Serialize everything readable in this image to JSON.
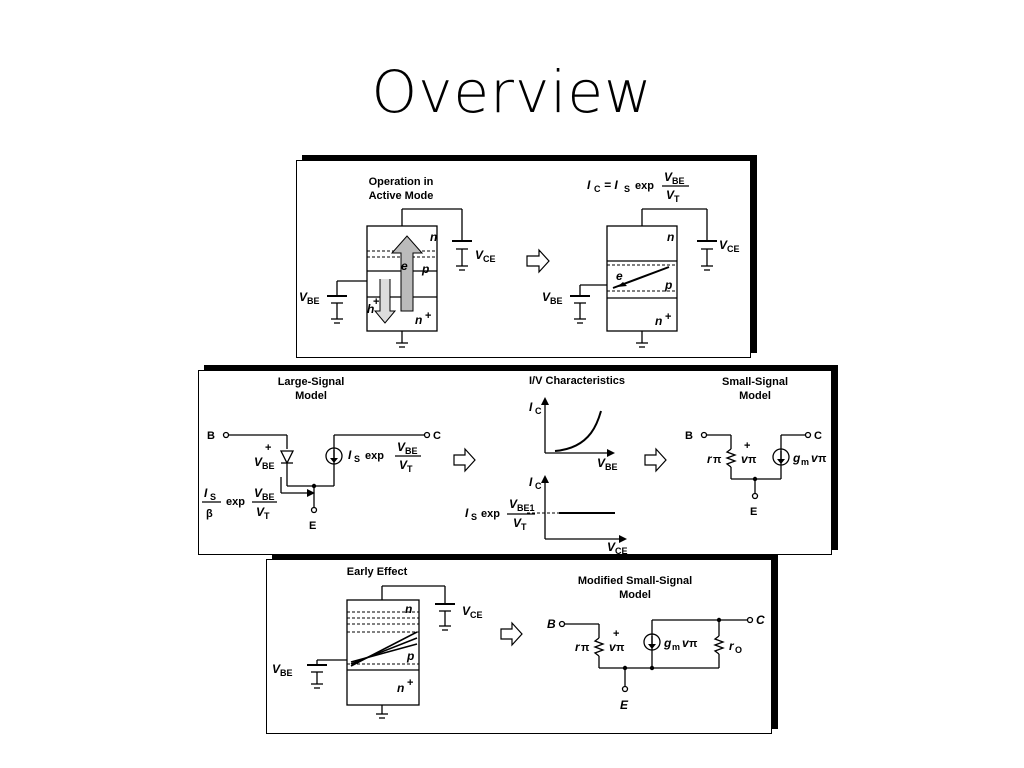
{
  "slide": {
    "title": "Overview"
  },
  "panel1": {
    "heading_line1": "Operation in",
    "heading_line2": "Active Mode",
    "vbe": "V",
    "vbe_sub": "BE",
    "vce": "V",
    "vce_sub": "CE",
    "n_top": "n",
    "p_mid": "p",
    "n_bot": "n",
    "plus": "+",
    "electron": "e",
    "hole": "h",
    "eq_ic": "I",
    "eq_ic_sub": "C",
    "eq_eq": "= I",
    "eq_is_sub": "S",
    "eq_exp": "exp",
    "eq_num": "V",
    "eq_num_sub": "BE",
    "eq_den": "V",
    "eq_den_sub": "T"
  },
  "panel2": {
    "large_line1": "Large-Signal",
    "large_line2": "Model",
    "iv_title": "I/V Characteristics",
    "small_line1": "Small-Signal",
    "small_line2": "Model",
    "b": "B",
    "c": "C",
    "e": "E",
    "is_exp": "I",
    "is_sub": "S",
    "exp": "exp",
    "frac_num": "V",
    "frac_num_sub": "BE",
    "frac_den": "V",
    "frac_den_sub": "T",
    "beta_num": "I",
    "beta_num_sub": "S",
    "beta": "β",
    "ic_axis": "I",
    "ic_axis_sub": "C",
    "vbe_axis": "V",
    "vbe_axis_sub": "BE",
    "vce_axis": "V",
    "vce_axis_sub": "CE",
    "vbe1_num": "V",
    "vbe1_sub": "BE1",
    "rpi": "r",
    "pi": "π",
    "vpi": "v",
    "gm": "g",
    "gm_sub": "m"
  },
  "panel3": {
    "early": "Early Effect",
    "mod_line1": "Modified Small-Signal",
    "mod_line2": "Model",
    "b": "B",
    "c": "C",
    "e": "E",
    "vce": "V",
    "vce_sub": "CE",
    "vbe": "V",
    "vbe_sub": "BE",
    "n_top": "n",
    "p_mid": "p",
    "n_bot": "n",
    "plus": "+",
    "rpi": "r",
    "pi": "π",
    "vpi": "v",
    "gm": "g",
    "gm_sub": "m",
    "ro": "r",
    "ro_sub": "O"
  }
}
